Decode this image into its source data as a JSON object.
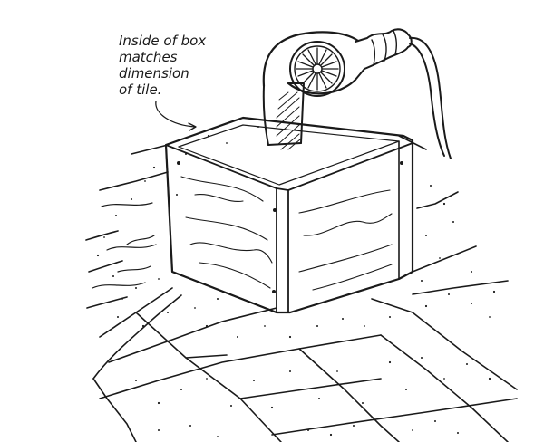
{
  "callout": {
    "lines": [
      "Inside of box",
      "matches",
      "dimension",
      "of tile."
    ]
  },
  "illustration": {
    "ink_color": "#1a1a1a",
    "paper_color": "#ffffff",
    "objects": [
      "hair-dryer",
      "wooden-box",
      "floor-tiles",
      "power-cord"
    ]
  }
}
